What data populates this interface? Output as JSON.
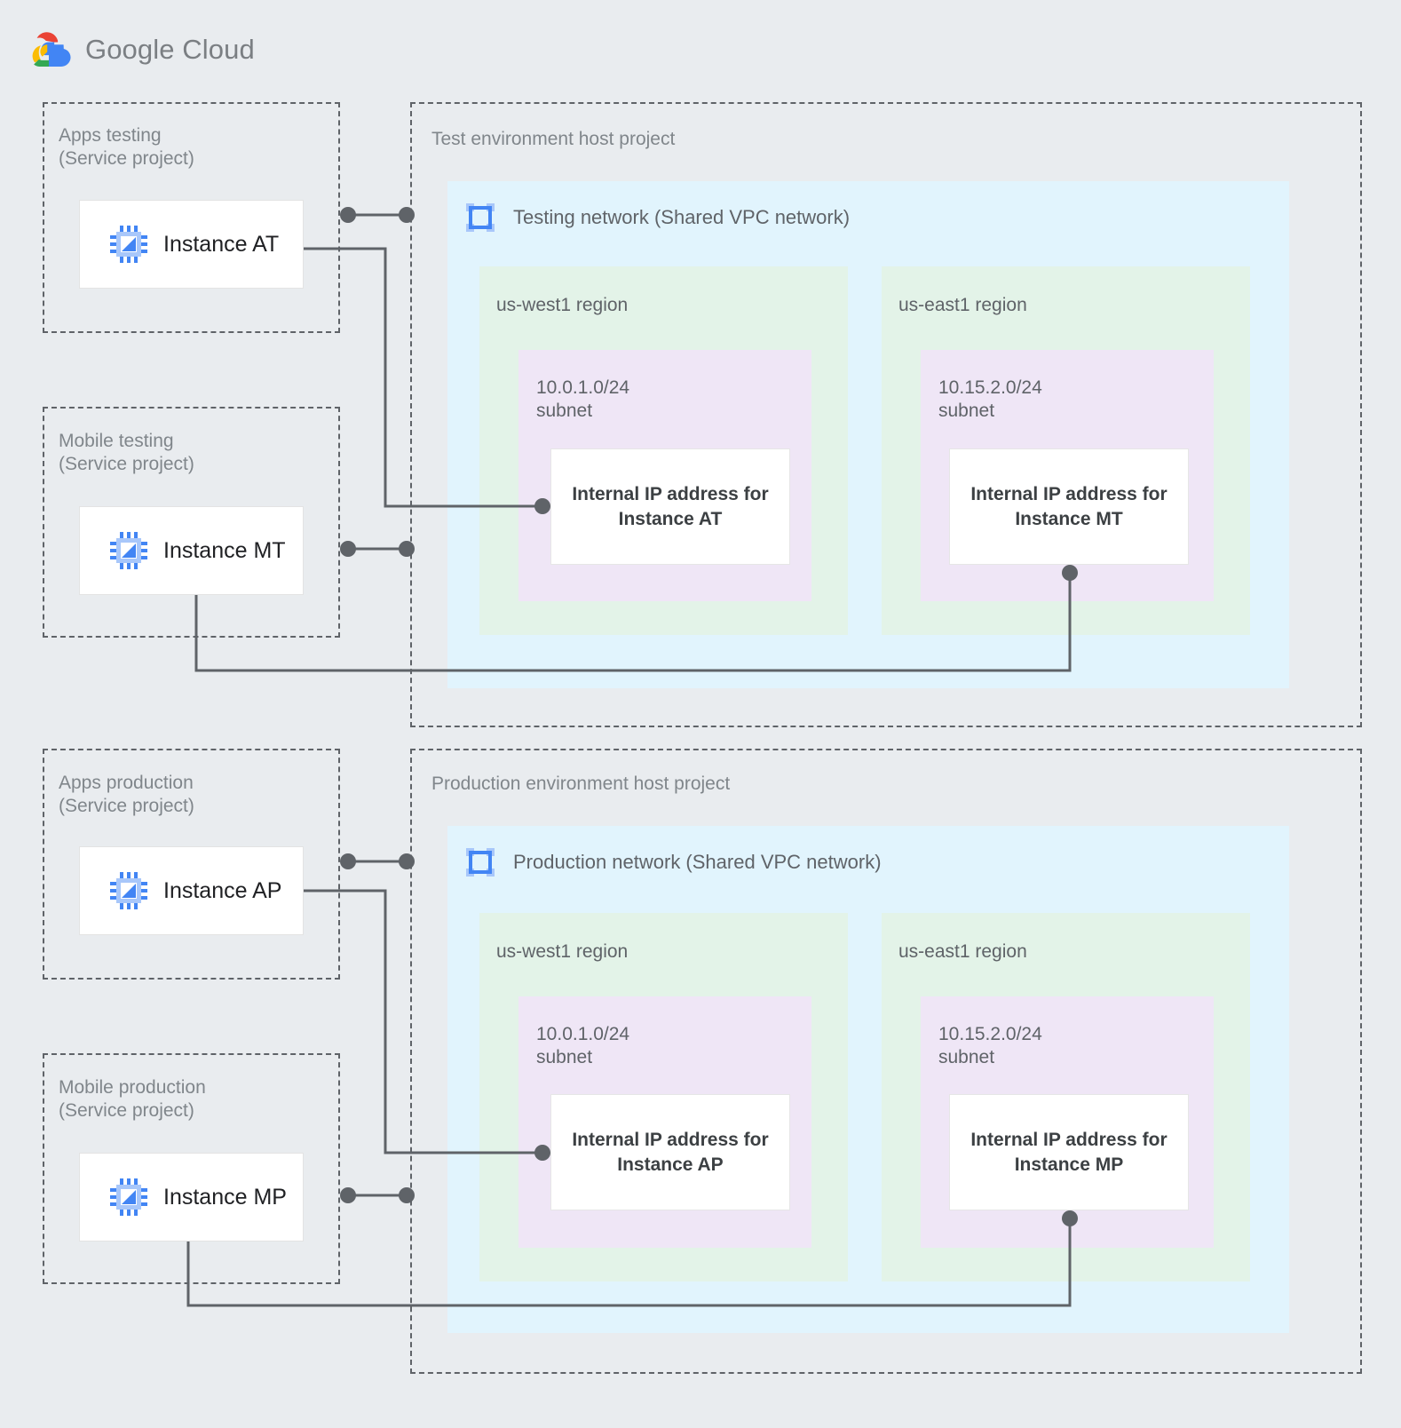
{
  "brand": {
    "logo_icon": "google-cloud-logo",
    "name_bold": "Google",
    "name_light": " Cloud"
  },
  "colors": {
    "page_background": "#e9ecef",
    "dashed_border": "#5f6368",
    "vpc_panel": "#e1f4fd",
    "region_panel": "#e3f3e8",
    "subnet_panel": "#efe6f6",
    "ip_box": "#ffffff",
    "connector": "#5f6368",
    "label_text": "#80868b",
    "instance_text": "#202124",
    "google_red": "#ea4335",
    "google_yellow": "#fbbc04",
    "google_green": "#34a853",
    "google_blue": "#4285f4",
    "instance_icon_blue": "#4285f4",
    "instance_icon_light": "#a8c7fa"
  },
  "service_projects": [
    {
      "id": "apps-testing",
      "label": "Apps testing\n(Service project)",
      "instance": {
        "name": "Instance AT",
        "icon": "cpu-chip-icon"
      }
    },
    {
      "id": "mobile-testing",
      "label": "Mobile testing\n(Service project)",
      "instance": {
        "name": "Instance MT",
        "icon": "cpu-chip-icon"
      }
    },
    {
      "id": "apps-production",
      "label": "Apps production\n(Service project)",
      "instance": {
        "name": "Instance AP",
        "icon": "cpu-chip-icon"
      }
    },
    {
      "id": "mobile-production",
      "label": "Mobile production\n(Service project)",
      "instance": {
        "name": "Instance MP",
        "icon": "cpu-chip-icon"
      }
    }
  ],
  "host_projects": [
    {
      "id": "test-environment",
      "label": "Test environment host project",
      "network": {
        "title": "Testing network (Shared VPC network)",
        "icon": "vpc-network-icon"
      },
      "regions": [
        {
          "id": "test-us-west1",
          "label": "us-west1 region",
          "subnet": {
            "label": "10.0.1.0/24\nsubnet",
            "cidr": "10.0.1.0/24",
            "ip_box": "Internal IP address for\nInstance AT"
          }
        },
        {
          "id": "test-us-east1",
          "label": "us-east1 region",
          "subnet": {
            "label": "10.15.2.0/24\nsubnet",
            "cidr": "10.15.2.0/24",
            "ip_box": "Internal IP address for\nInstance MT"
          }
        }
      ]
    },
    {
      "id": "production-environment",
      "label": "Production environment host project",
      "network": {
        "title": "Production network (Shared VPC network)",
        "icon": "vpc-network-icon"
      },
      "regions": [
        {
          "id": "prod-us-west1",
          "label": "us-west1 region",
          "subnet": {
            "label": "10.0.1.0/24\nsubnet",
            "cidr": "10.0.1.0/24",
            "ip_box": "Internal IP address for\nInstance AP"
          }
        },
        {
          "id": "prod-us-east1",
          "label": "us-east1 region",
          "subnet": {
            "label": "10.15.2.0/24\nsubnet",
            "cidr": "10.15.2.0/24",
            "ip_box": "Internal IP address for\nInstance MP"
          }
        }
      ]
    }
  ],
  "connections": [
    {
      "id": "at-to-host-boundary",
      "from": "Instance AT",
      "to": "Test environment host project"
    },
    {
      "id": "at-to-ip",
      "from": "Instance AT",
      "to": "Internal IP address for Instance AT"
    },
    {
      "id": "mt-to-host-boundary",
      "from": "Instance MT",
      "to": "Test environment host project"
    },
    {
      "id": "mt-to-ip",
      "from": "Instance MT",
      "to": "Internal IP address for Instance MT"
    },
    {
      "id": "ap-to-host-boundary",
      "from": "Instance AP",
      "to": "Production environment host project"
    },
    {
      "id": "ap-to-ip",
      "from": "Instance AP",
      "to": "Internal IP address for Instance AP"
    },
    {
      "id": "mp-to-host-boundary",
      "from": "Instance MP",
      "to": "Production environment host project"
    },
    {
      "id": "mp-to-ip",
      "from": "Instance MP",
      "to": "Internal IP address for Instance MP"
    }
  ]
}
